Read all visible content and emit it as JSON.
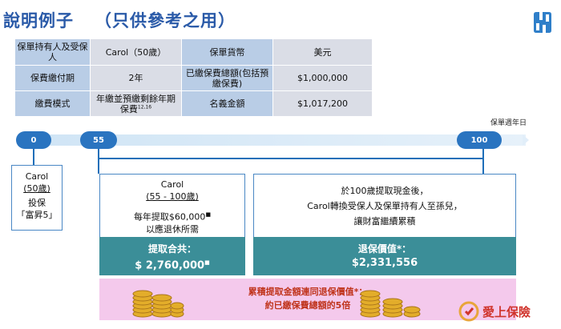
{
  "title": {
    "main": "說明例子",
    "sub": "（只供參考之用）"
  },
  "info_table": {
    "r1": {
      "l1": "保單持有人及受保人",
      "v1": "Carol（50歲）",
      "l2": "保單貨幣",
      "v2": "美元"
    },
    "r2": {
      "l1": "保費繳付期",
      "v1": "2年",
      "l2": "已繳保費總額(包括預繳保費)",
      "v2": "$1,000,000"
    },
    "r3": {
      "l1": "繳費模式",
      "v1": "年繳並預繳剩餘年期保費",
      "v1_sup": "12,16",
      "l2": "名義金額",
      "v2": "$1,017,200"
    }
  },
  "timeline": {
    "axis_label": "保單週年日",
    "node_0": "0",
    "node_55": "55",
    "node_100": "100"
  },
  "left_box": {
    "name": "Carol",
    "age": "(50歲)",
    "action": "投保",
    "product": "「富昇5」"
  },
  "middle_box": {
    "name": "Carol",
    "age_range": "(55 - 100歲)",
    "line1": "每年提取$60,000",
    "line2": "以應退休所需"
  },
  "middle_total": {
    "label": "提取合共：",
    "amount": "$ 2,760,000"
  },
  "right_box": {
    "line1": "於100歲提取現金後，",
    "line2": "Carol轉換受保人及保單持有人至孫兒，",
    "line3": "讓財富繼續累積"
  },
  "right_total": {
    "label": "退保價值*：",
    "amount": "$2,331,556"
  },
  "summary": {
    "line1": "累積提取金額連同退保價值*：",
    "line2_prefix": "約已繳保費總額的",
    "multiple": "5倍"
  },
  "brand": {
    "name": "愛上保險"
  },
  "colors": {
    "title": "#2a5aa8",
    "node": "#2a74c0",
    "teal": "#3b8e98",
    "pink": "#f4c9ec",
    "brand": "#d0342c"
  }
}
